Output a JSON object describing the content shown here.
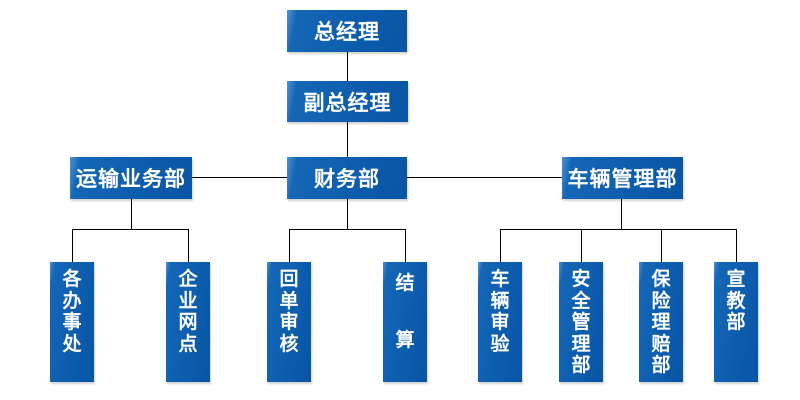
{
  "org_chart": {
    "level1": {
      "label": "总经理"
    },
    "level2": {
      "label": "副总经理"
    },
    "level3": [
      {
        "label": "运输业务部"
      },
      {
        "label": "财务部"
      },
      {
        "label": "车辆管理部"
      }
    ],
    "level4": [
      {
        "label": "各办事处",
        "parent": "运输业务部"
      },
      {
        "label": "企业网点",
        "parent": "运输业务部"
      },
      {
        "label": "回单审核",
        "parent": "财务部"
      },
      {
        "label": "结算",
        "parent": "财务部"
      },
      {
        "label": "车辆审验",
        "parent": "车辆管理部"
      },
      {
        "label": "安全管理部",
        "parent": "车辆管理部"
      },
      {
        "label": "保险理赔部",
        "parent": "车辆管理部"
      },
      {
        "label": "宣教部",
        "parent": "车辆管理部"
      }
    ],
    "colors": {
      "box_fill": "#0b5aab",
      "box_highlight": "#4e92d2",
      "box_text": "#ffffff",
      "connector_line": "#000000",
      "background": "#ffffff"
    }
  }
}
